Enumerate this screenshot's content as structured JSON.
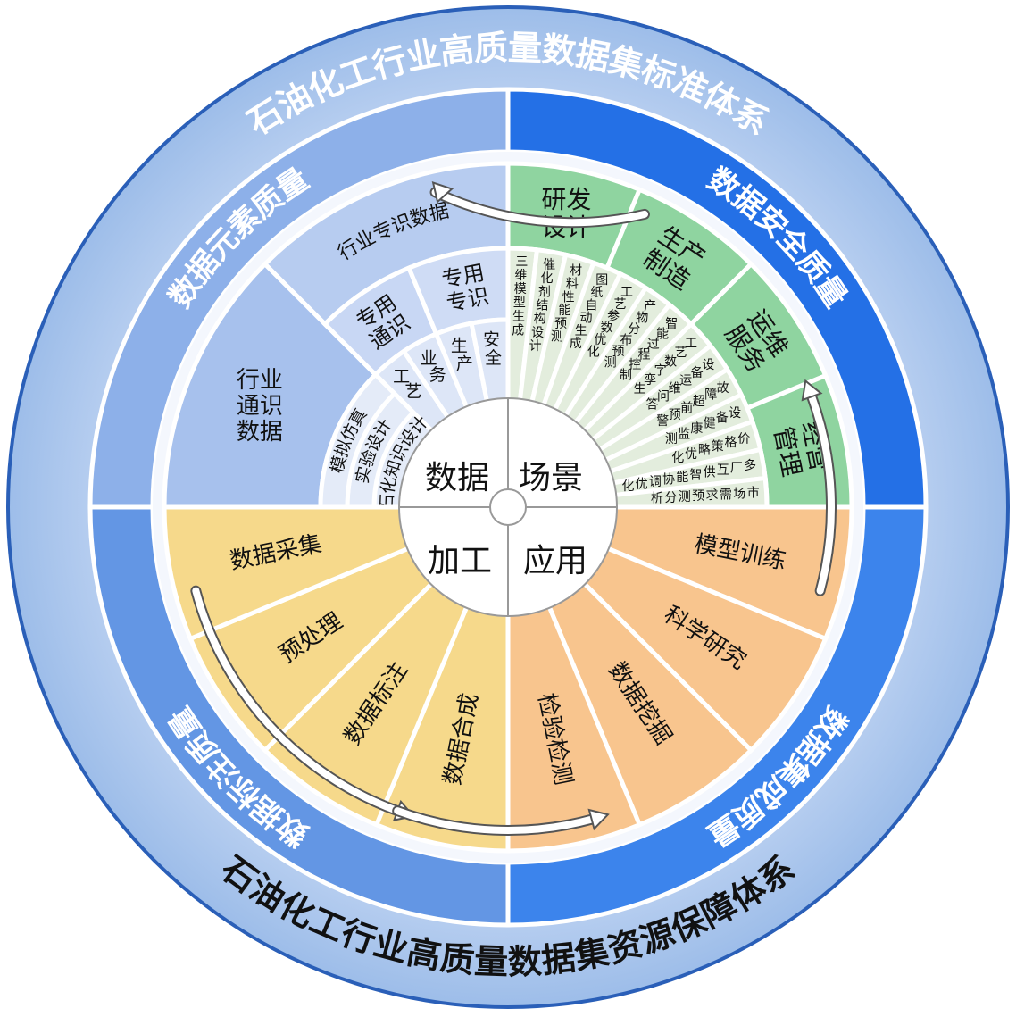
{
  "titles": {
    "top": "石油化工行业高质量数据集标准体系",
    "bottom": "石油化工行业高质量数据集资源保障体系"
  },
  "ring_labels": {
    "top_left": "数据元素质量",
    "top_right": "数据安全质量",
    "bottom_right": "数据集成质量",
    "bottom_left": "数据标注质量"
  },
  "center": {
    "data": "数据",
    "scene": "场景",
    "process": "加工",
    "apply": "应用"
  },
  "data_quadrant": {
    "outer_top": "行业专识数据",
    "outer_left": "行业通识数据",
    "middle": [
      "专用通识",
      "专用专识"
    ],
    "inner_top": [
      "工艺",
      "业务",
      "生产",
      "安全"
    ],
    "inner_left": [
      "石化知识设计",
      "实验设计",
      "模拟仿真"
    ]
  },
  "scene_quadrant": {
    "outer": [
      "研发设计",
      "生产制造",
      "运维服务",
      "经营管理"
    ],
    "inner": [
      "三维模型生成",
      "催化剂结构设计",
      "材料性能预测",
      "图纸自动生成",
      "工艺参数优化",
      "产物分布预测",
      "智能过程控制",
      "工艺数字孪生",
      "设备运维问答",
      "故障超前预警",
      "设备健康监测",
      "价格策略优化",
      "多厂互供智能协调优化",
      "市场需求预测分析"
    ]
  },
  "apply_quadrant": {
    "items": [
      "模型训练",
      "科学研究",
      "数据挖掘",
      "检验检测"
    ]
  },
  "process_quadrant": {
    "items": [
      "数据合成",
      "数据标注",
      "预处理",
      "数据采集"
    ]
  },
  "colors": {
    "outline": "#2a5fb8",
    "band_tl": "#8db0e9",
    "band_tr": "#2470e6",
    "band_br": "#3c84ec",
    "band_bl": "#6396e4",
    "green": "#8fd4a0",
    "green_light": "#e3eddd",
    "yellow": "#f6d98b",
    "orange": "#f8c58e"
  }
}
